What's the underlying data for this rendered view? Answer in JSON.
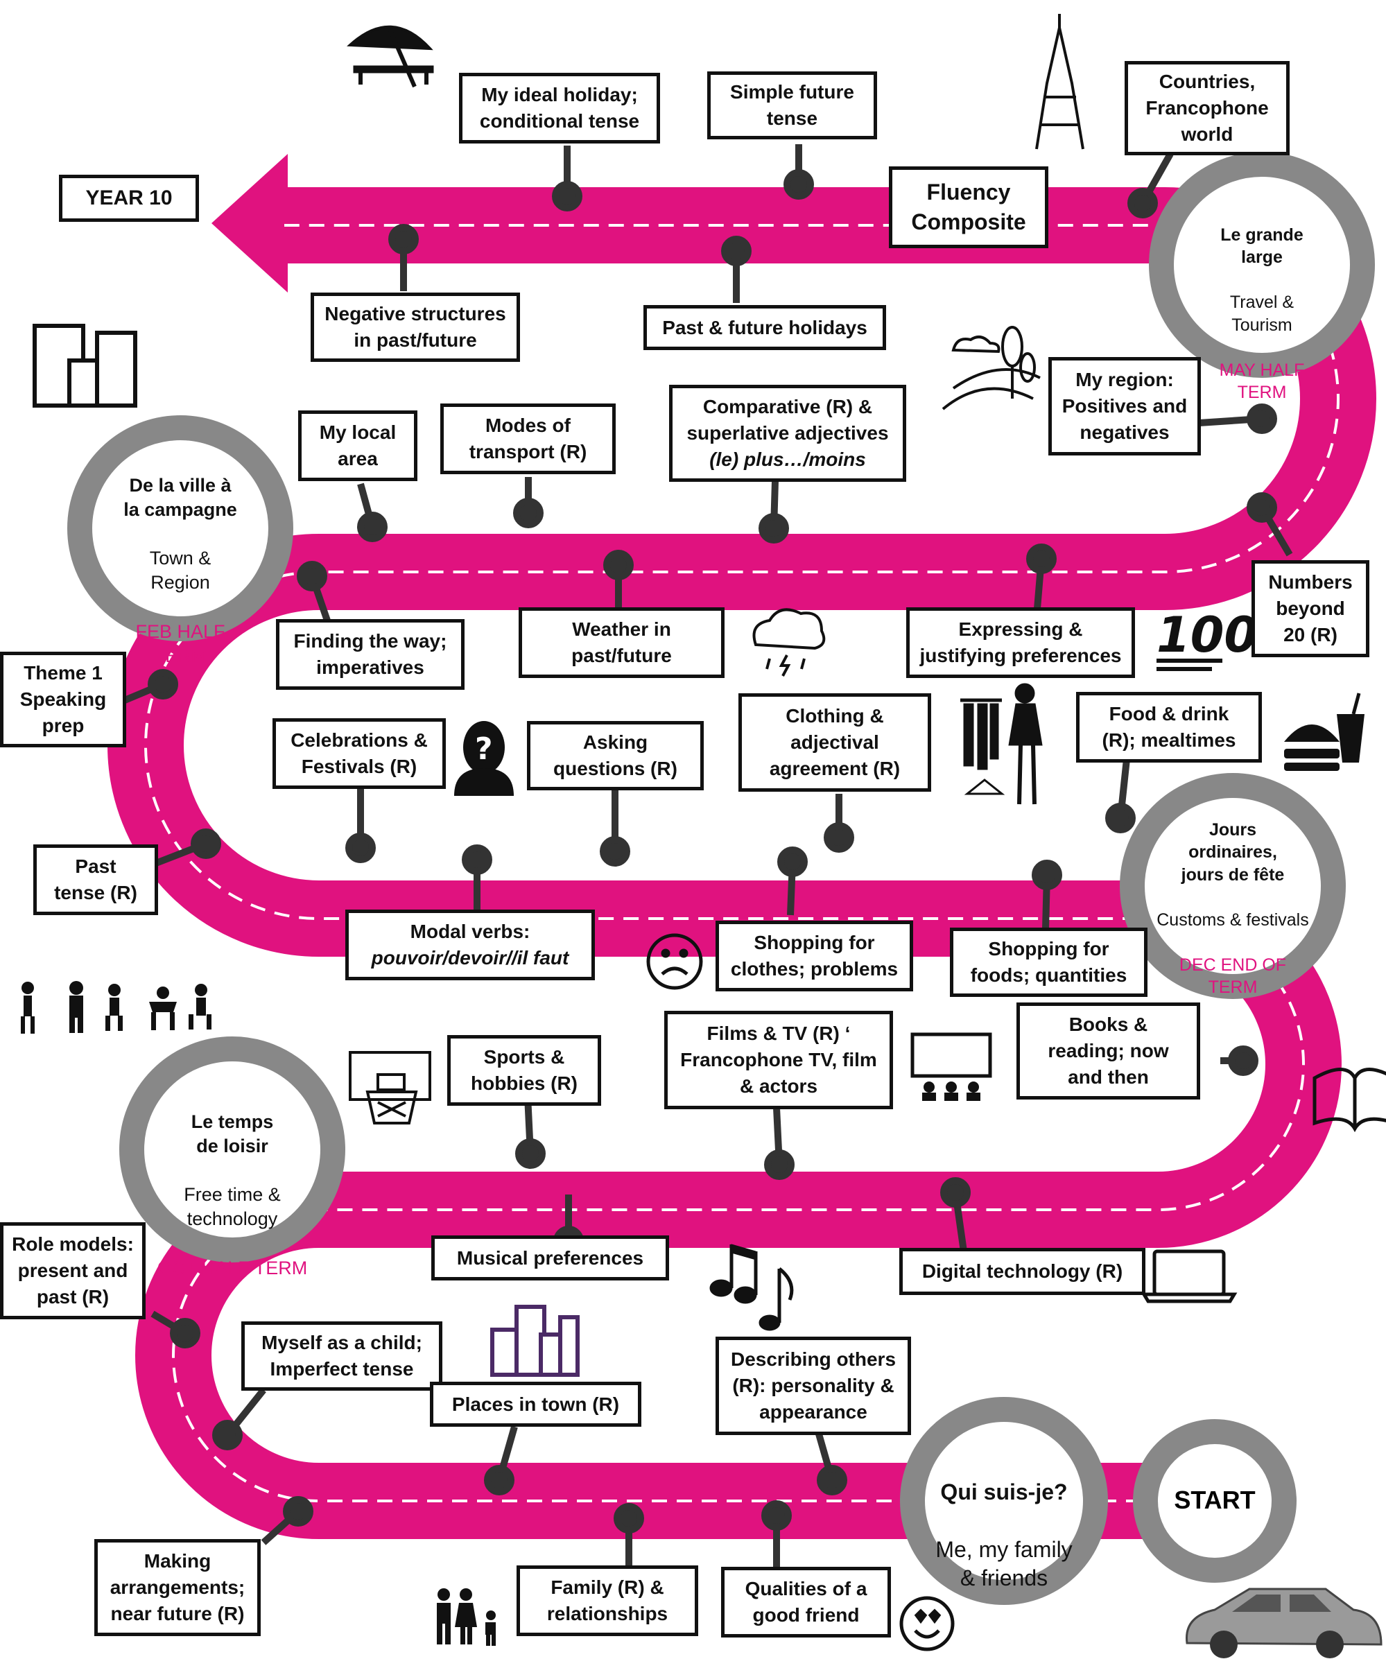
{
  "title": "YEAR 10",
  "start_label": "START",
  "accent_color": "#e0127f",
  "circle_color": "#888888",
  "circles": {
    "qui": {
      "title": "Qui suis-je?",
      "subtitle": "Me, my family\n& friends",
      "term": ""
    },
    "loisir": {
      "title": "Le temps\nde loisir",
      "subtitle": "Free time &\ntechnology",
      "term": "OCT HALF TERM"
    },
    "jours": {
      "title": "Jours\nordinaires,\njours de fête",
      "subtitle": "Customs & festivals",
      "term": "DEC END OF\nTERM"
    },
    "ville": {
      "title": "De la ville à\nla campagne",
      "subtitle": "Town &\nRegion",
      "term": "FEB HALF\nTERM"
    },
    "large": {
      "title": "Le grande\nlarge",
      "subtitle": "Travel &\nTourism",
      "term": "MAY HALF\nTERM"
    }
  },
  "topics": {
    "ideal_holiday": "My ideal holiday;\nconditional tense",
    "simple_future": "Simple future\ntense",
    "countries": "Countries,\nFrancophone\nworld",
    "fluency": "Fluency\nComposite",
    "negative": "Negative structures\nin past/future",
    "past_future_holidays": "Past & future holidays",
    "my_region": "My region:\nPositives and\nnegatives",
    "local_area": "My local\narea",
    "transport": "Modes of\ntransport (R)",
    "comparative_line1": "Comparative (R) &",
    "comparative_line2": "superlative adjectives",
    "comparative_line3": "(le) plus…/moins",
    "numbers": "Numbers\nbeyond\n20 (R)",
    "theme1": "Theme 1\nSpeaking\nprep",
    "finding_way": "Finding the way;\nimperatives",
    "weather": "Weather in\npast/future",
    "preferences": "Expressing &\njustifying preferences",
    "celebrations": "Celebrations &\nFestivals (R)",
    "questions": "Asking\nquestions (R)",
    "clothing": "Clothing &\nadjectival\nagreement (R)",
    "food_drink": "Food & drink\n(R); mealtimes",
    "past_tense": "Past\ntense (R)",
    "modal_line1": "Modal verbs:",
    "modal_line2": "pouvoir/devoir//il faut",
    "shopping_clothes": "Shopping for\nclothes; problems",
    "shopping_food": "Shopping for\nfoods; quantities",
    "sports": "Sports &\nhobbies (R)",
    "films": "Films & TV (R)   ‘\nFrancophone TV, film\n& actors",
    "books": "Books &\nreading; now\nand then",
    "role_models": "Role models:\npresent and\npast (R)",
    "musical": "Musical preferences",
    "digital": "Digital technology (R)",
    "myself_child": "Myself as a child;\nImperfect tense",
    "places": "Places in town (R)",
    "describing": "Describing others\n(R): personality &\nappearance",
    "arrangements": "Making\narrangements;\nnear future (R)",
    "family": "Family (R) &\nrelationships",
    "qualities": "Qualities of a\ngood friend"
  },
  "icons": [
    "beach-umbrella-icon",
    "eiffel-tower-icon",
    "buildings-icon",
    "countryside-icon",
    "rain-cloud-icon",
    "hundred-emoji-icon",
    "question-person-icon",
    "clothes-rack-icon",
    "fast-food-icon",
    "sad-face-icon",
    "dancers-icon",
    "basketball-hoop-icon",
    "cinema-icon",
    "open-book-icon",
    "music-notes-icon",
    "laptop-icon",
    "town-buildings-icon",
    "family-icon",
    "love-face-icon",
    "car-icon"
  ]
}
